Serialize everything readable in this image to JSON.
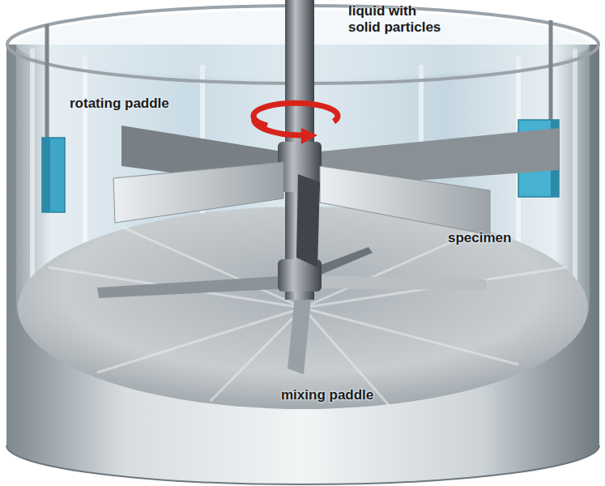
{
  "diagram": {
    "labels": [
      "liquid with solid particles",
      "rotating paddle",
      "specimen",
      "mixing paddle"
    ]
  }
}
